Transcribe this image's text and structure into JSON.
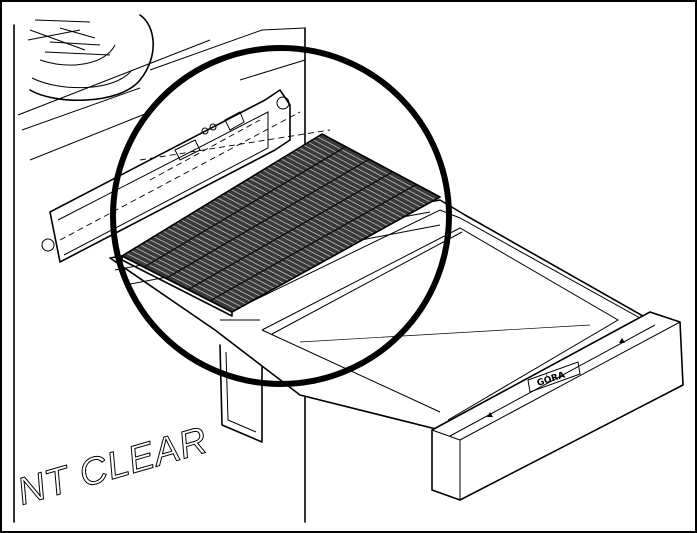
{
  "product": {
    "model_label": "NT CLEAR",
    "brand_label": "GÓRA"
  },
  "icons": {
    "drawer_arrows": "up-arrow-icon",
    "callout": "magnifier-circle"
  }
}
